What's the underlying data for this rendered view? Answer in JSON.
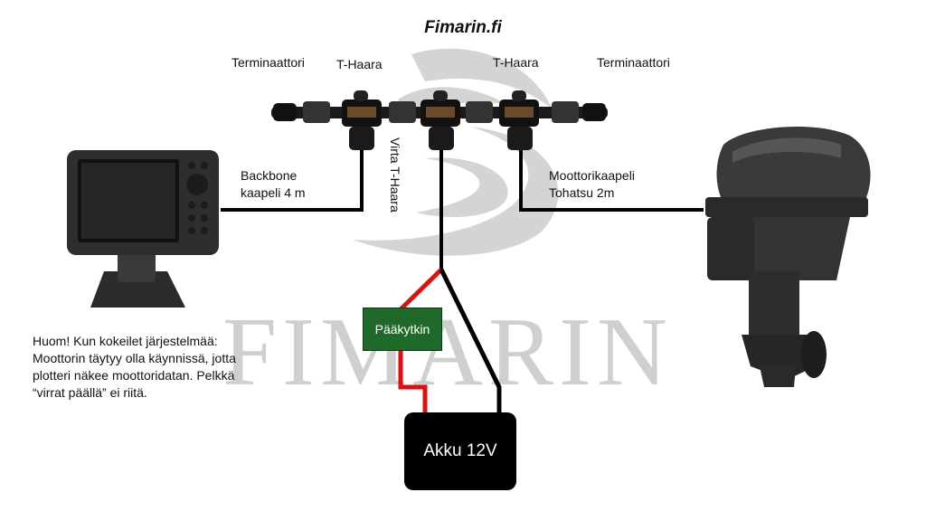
{
  "header": {
    "title": "Fimarin.fi"
  },
  "watermark": {
    "text": "FIMARIN"
  },
  "labels": {
    "terminator_left": "Terminaattori",
    "tee_left": "T-Haara",
    "tee_right": "T-Haara",
    "terminator_right": "Terminaattori",
    "power_tee": "Virta T-Haara",
    "backbone_line1": "Backbone",
    "backbone_line2": "kaapeli 4 m",
    "engine_cable_line1": "Moottorikaapeli",
    "engine_cable_line2": "Tohatsu 2m"
  },
  "switch": {
    "label": "Pääkytkin"
  },
  "battery": {
    "label": "Akku 12V"
  },
  "note": "Huom! Kun kokeilet järjestelmää: Moottorin täytyy olla käynnissä, jotta plotteri näkee moottoridatan. Pelkkä “virrat päällä” ei riitä.",
  "colors": {
    "positive_wire": "#e01010",
    "negative_wire": "#000000",
    "switch_fill": "#1f6a2a",
    "watermark": "#cfcfcf"
  },
  "icons": [
    "plotter-icon",
    "outboard-motor-icon",
    "t-connector-icon",
    "terminator-icon",
    "fish-logo-watermark"
  ]
}
